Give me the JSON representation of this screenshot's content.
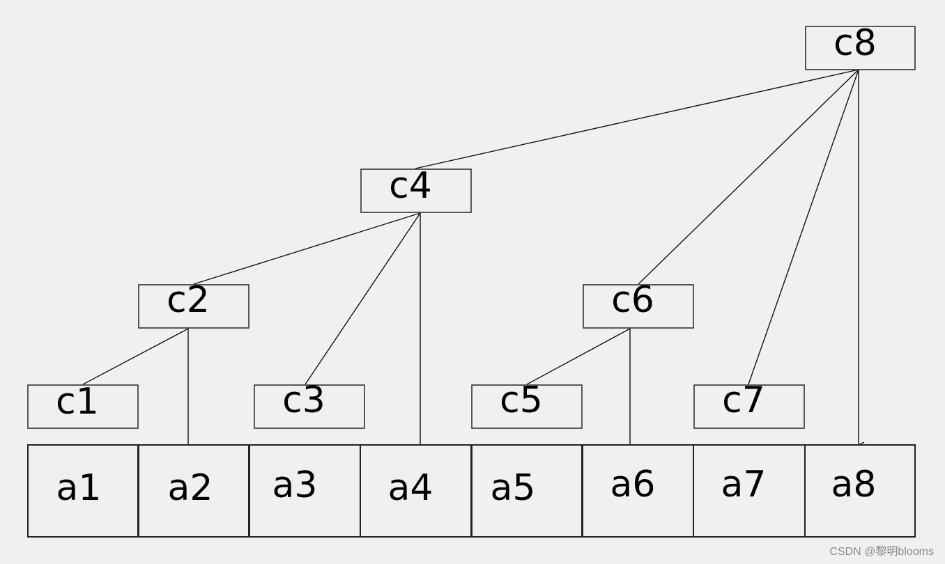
{
  "diagram": {
    "array_cells": [
      "a1",
      "a2",
      "a3",
      "a4",
      "a5",
      "a6",
      "a7",
      "a8"
    ],
    "tree_nodes": [
      {
        "id": "c1",
        "label": "c1"
      },
      {
        "id": "c2",
        "label": "c2"
      },
      {
        "id": "c3",
        "label": "c3"
      },
      {
        "id": "c4",
        "label": "c4"
      },
      {
        "id": "c5",
        "label": "c5"
      },
      {
        "id": "c6",
        "label": "c6"
      },
      {
        "id": "c7",
        "label": "c7"
      },
      {
        "id": "c8",
        "label": "c8"
      }
    ],
    "edges": [
      {
        "from": "c2",
        "to": "c1"
      },
      {
        "from": "c2",
        "to": "a2"
      },
      {
        "from": "c4",
        "to": "c2"
      },
      {
        "from": "c4",
        "to": "c3"
      },
      {
        "from": "c4",
        "to": "a4"
      },
      {
        "from": "c6",
        "to": "c5"
      },
      {
        "from": "c6",
        "to": "a6"
      },
      {
        "from": "c8",
        "to": "c4"
      },
      {
        "from": "c8",
        "to": "c6"
      },
      {
        "from": "c8",
        "to": "c7"
      },
      {
        "from": "c8",
        "to": "a8",
        "arrow": true
      }
    ]
  },
  "watermark": "CSDN @黎明blooms"
}
